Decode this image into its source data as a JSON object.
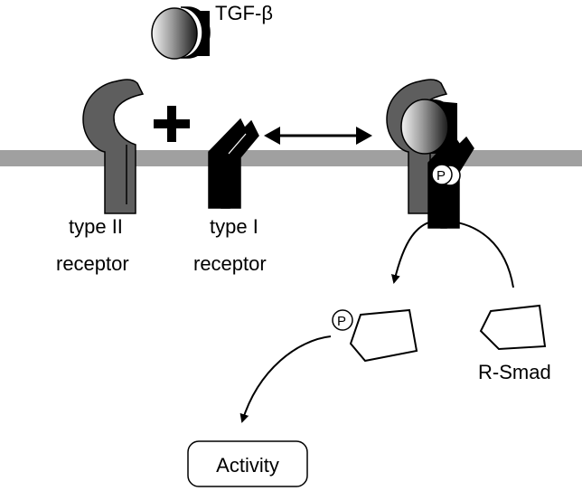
{
  "labels": {
    "ligand": "TGF-β",
    "type2_line1": "type II",
    "type2_line2": "receptor",
    "type1_line1": "type I",
    "type1_line2": "receptor",
    "phospho": "P",
    "rsmad": "R-Smad",
    "activity": "Activity"
  },
  "colors": {
    "membrane": "#a0a0a0",
    "type2_receptor": "#5e5e5e",
    "type1_receptor": "#000000",
    "ligand_light": "#ffffff",
    "ligand_dark": "#000000",
    "stroke": "#000000"
  }
}
